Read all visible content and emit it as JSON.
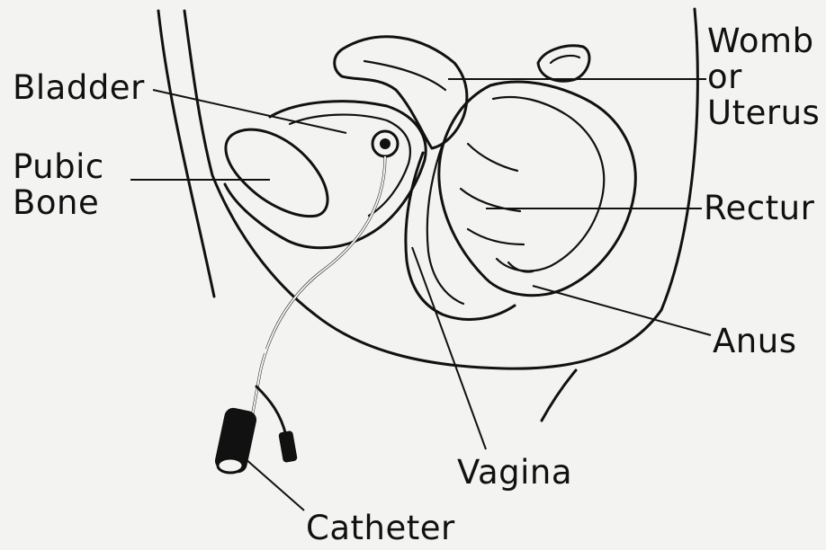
{
  "labels": {
    "bladder": "Bladder",
    "pubic_bone_line1": "Pubic",
    "pubic_bone_line2": "Bone",
    "womb_line1": "Womb",
    "womb_line2": "or",
    "womb_line3": "Uterus",
    "rectum": "Rectur",
    "anus": "Anus",
    "vagina": "Vagina",
    "catheter": "Catheter"
  },
  "colors": {
    "background": "#f3f3f1",
    "ink": "#111111"
  }
}
